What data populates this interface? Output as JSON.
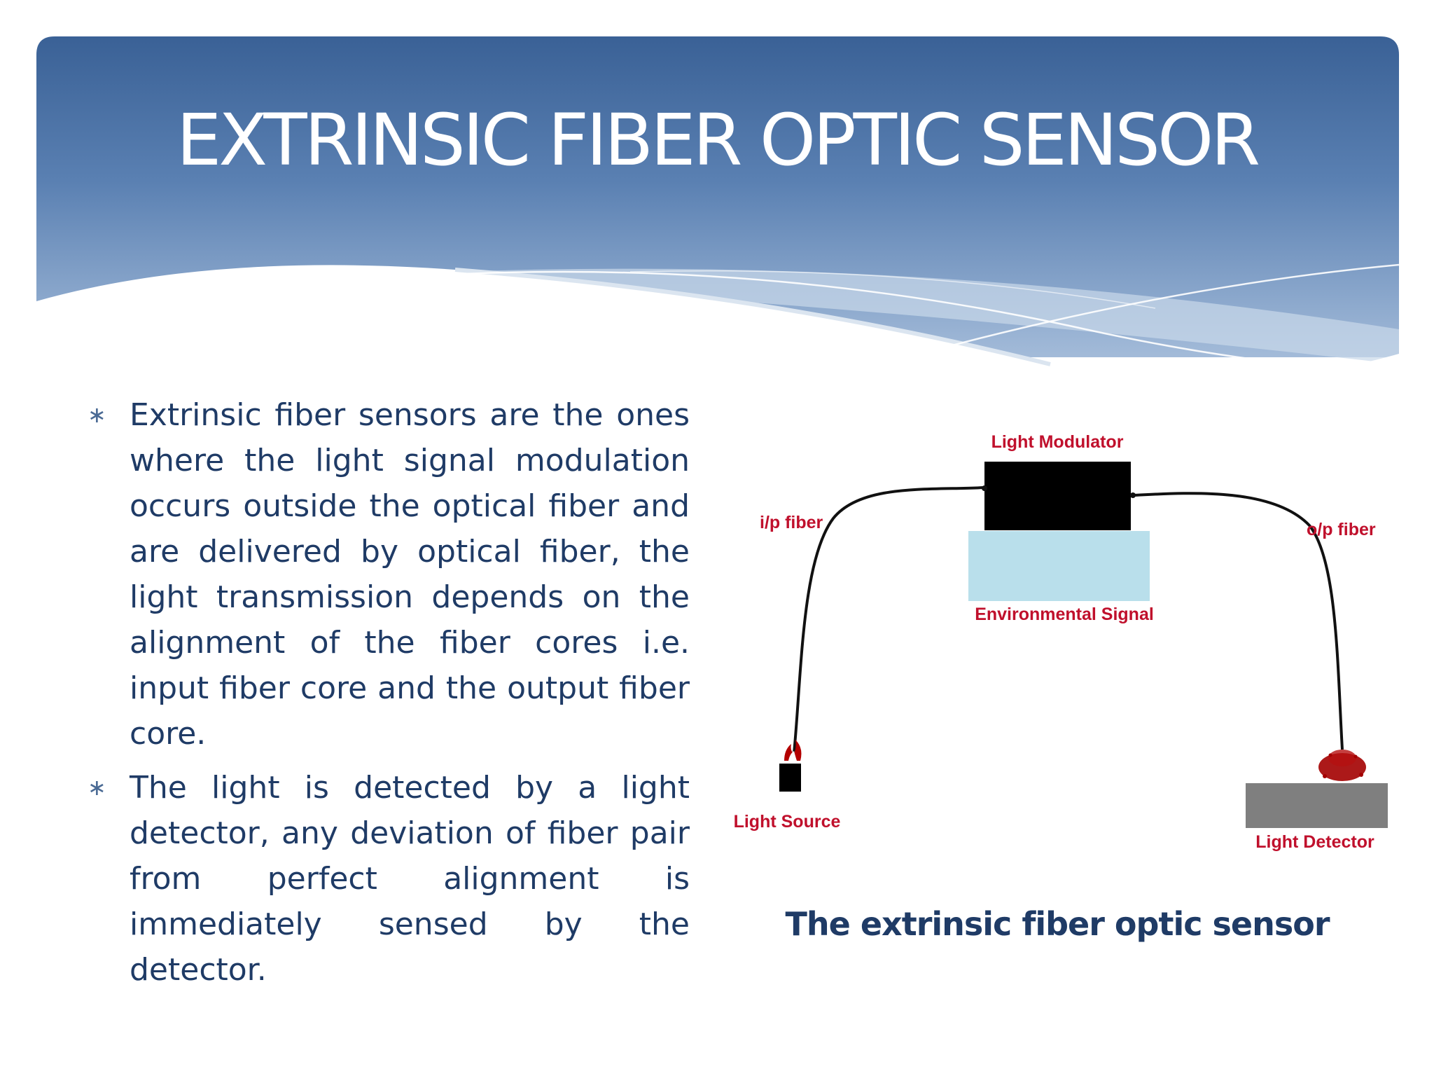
{
  "slide": {
    "title": "EXTRINSIC FIBER OPTIC SENSOR",
    "bullet_marker": "∗",
    "bullets": [
      "Extrinsic fiber sensors are the ones where the light signal modulation occurs outside the optical fiber and are delivered by optical fiber, the light transmission depends on the alignment of the fiber cores i.e. input fiber core and the output fiber core.",
      "The light is detected by a light detector, any deviation of fiber pair from perfect alignment is immediately sensed by the detector."
    ]
  },
  "diagram": {
    "labels": {
      "light_modulator": "Light Modulator",
      "ip_fiber": "i/p fiber",
      "op_fiber": "o/p fiber",
      "environmental_signal": "Environmental Signal",
      "light_source": "Light Source",
      "light_detector": "Light Detector"
    },
    "caption": "The extrinsic fiber optic sensor"
  },
  "colors": {
    "header_top": "#3d6599",
    "header_bottom": "#a9c0dc",
    "text": "#1f3b66",
    "label_red": "#c0102c",
    "modulator": "#000000",
    "environment_box": "#b9dfeb",
    "detector": "#7f7f7f",
    "spot": "#a30000"
  }
}
